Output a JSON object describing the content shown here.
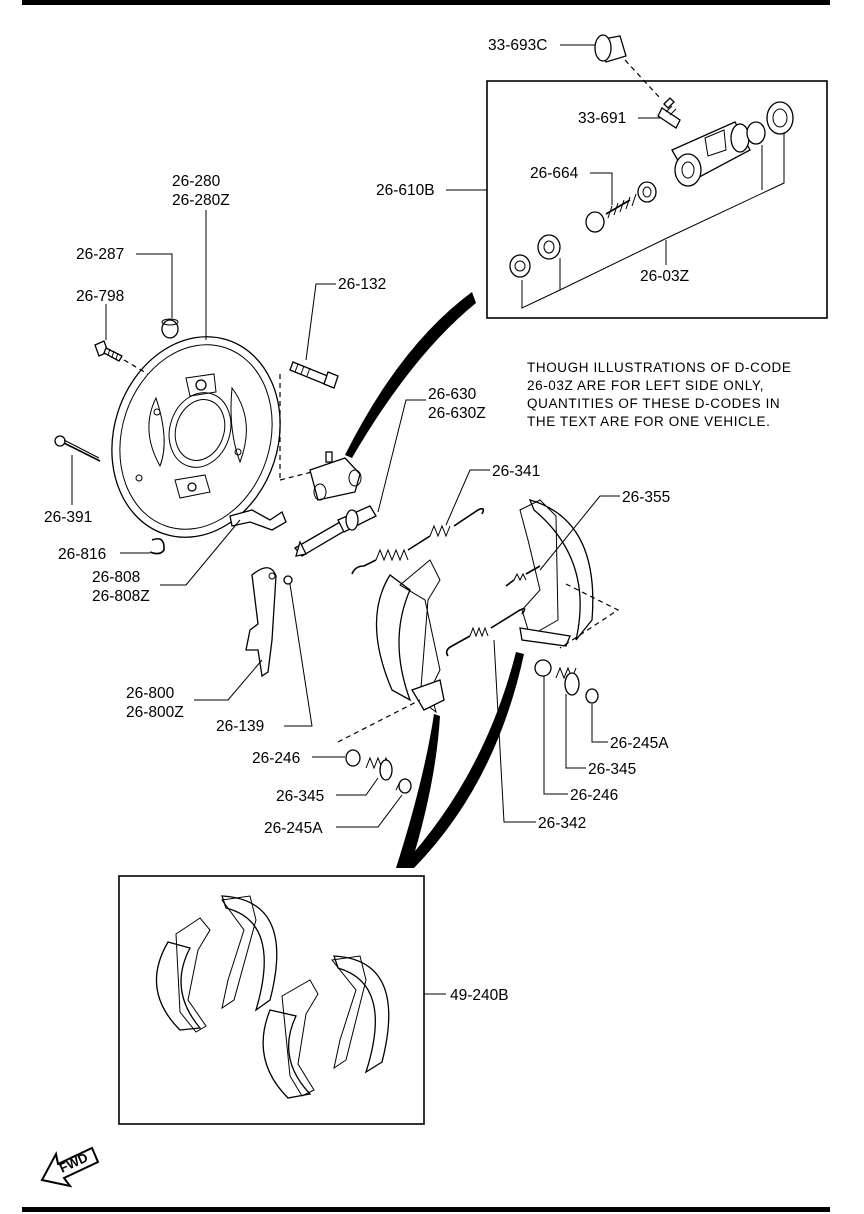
{
  "callouts": {
    "c33_693C": "33-693C",
    "c33_691": "33-691",
    "c26_664": "26-664",
    "c26_610B": "26-610B",
    "c26_03Z": "26-03Z",
    "c26_280": "26-280",
    "c26_280Z": "26-280Z",
    "c26_287": "26-287",
    "c26_798": "26-798",
    "c26_132": "26-132",
    "c26_391": "26-391",
    "c26_630": "26-630",
    "c26_630Z": "26-630Z",
    "c26_816": "26-816",
    "c26_808": "26-808",
    "c26_808Z": "26-808Z",
    "c26_341": "26-341",
    "c26_355": "26-355",
    "c26_800": "26-800",
    "c26_800Z": "26-800Z",
    "c26_139": "26-139",
    "c26_246_left": "26-246",
    "c26_345_left": "26-345",
    "c26_245A_left": "26-245A",
    "c26_245A_right": "26-245A",
    "c26_345_right": "26-345",
    "c26_246_right": "26-246",
    "c26_342": "26-342",
    "c49_240B": "49-240B"
  },
  "note": {
    "line1": "THOUGH ILLUSTRATIONS OF D-CODE",
    "line2": "26-03Z  ARE FOR LEFT SIDE ONLY,",
    "line3": "QUANTITIES OF THESE D-CODES IN",
    "line4": "THE TEXT ARE FOR ONE VEHICLE."
  },
  "fwd_label": "FWD"
}
